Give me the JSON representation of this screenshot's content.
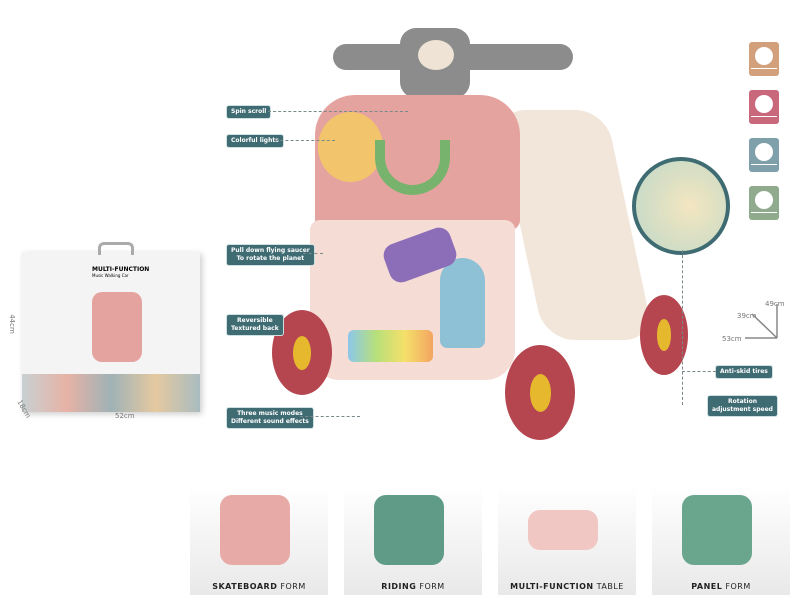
{
  "callouts_left": [
    "Spin scroll",
    "Colorful lights",
    "Pull down flying saucer\nTo rotate the planet",
    "Reversible\nTextured back",
    "Three music modes\nDifferent sound effects"
  ],
  "callouts_right": [
    "Anti-skid tires",
    "Rotation\nadjustment speed"
  ],
  "dimensions": {
    "height": "49cm",
    "depth": "39cm",
    "width": "53cm"
  },
  "box": {
    "title": "MULTI-FUNCTION",
    "subtitle": "Music Walking Car",
    "height": "44cm",
    "depth": "18cm",
    "width": "52cm"
  },
  "badges": [
    {
      "color": "#d2a07a"
    },
    {
      "color": "#c9687a"
    },
    {
      "color": "#7f9fab"
    },
    {
      "color": "#8faa8d"
    }
  ],
  "forms": [
    {
      "bold": "SKATEBOARD",
      "rest": " FORM",
      "color": "#e8aaa6"
    },
    {
      "bold": "RIDING",
      "rest": " FORM",
      "color": "#5f9b86"
    },
    {
      "bold": "MULTI-FUNCTION",
      "rest": " TABLE",
      "color": "#f0c7c2"
    },
    {
      "bold": "PANEL",
      "rest": " FORM",
      "color": "#6aa68e"
    }
  ],
  "colors": {
    "tag": "#3f6b73",
    "toy_pink": "#e5a3a0",
    "wheel": "#b54650",
    "handle": "#8a8a8a"
  }
}
